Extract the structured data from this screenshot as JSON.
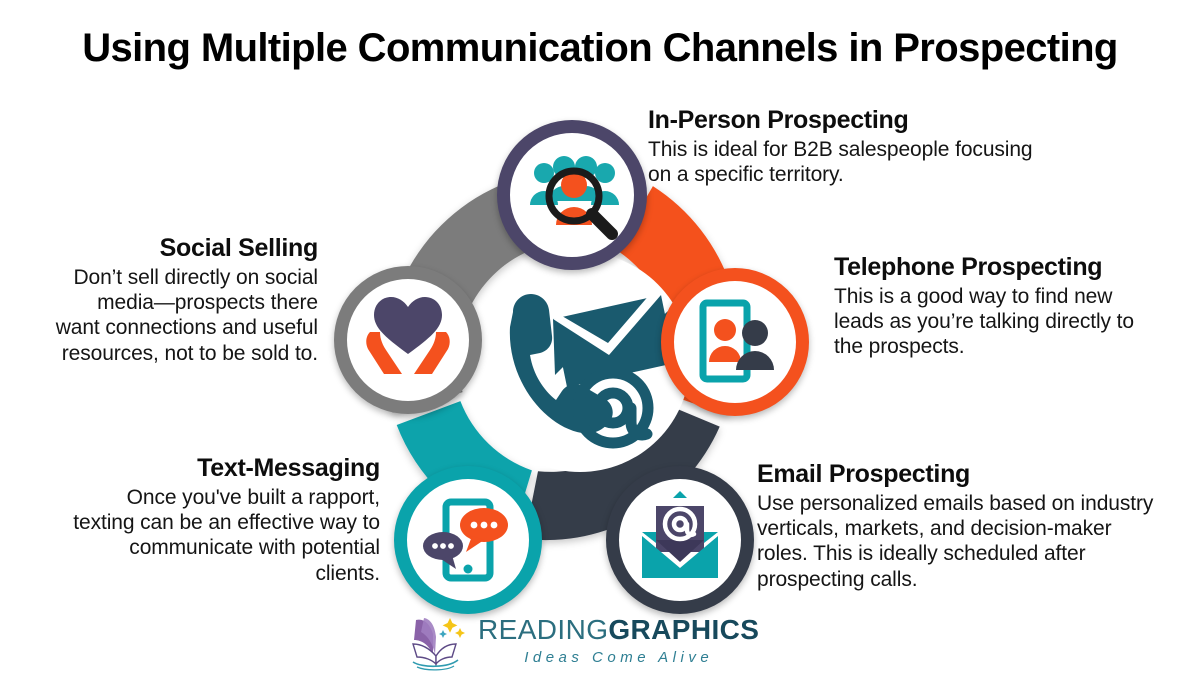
{
  "page": {
    "title": "Using Multiple Communication Channels in Prospecting",
    "background": "#ffffff"
  },
  "colors": {
    "purple": "#4c4669",
    "orange": "#f4511e",
    "dark_navy": "#353c49",
    "teal": "#0aa3ab",
    "gray": "#7c7c7c",
    "deep_teal": "#1a5a6e",
    "text": "#0d0d0d"
  },
  "wheel": {
    "type": "donut",
    "segments": [
      {
        "key": "inperson",
        "label": "In-Person Prospecting",
        "color": "#4c4669",
        "position": "top"
      },
      {
        "key": "phone",
        "label": "Telephone Prospecting",
        "color": "#f4511e",
        "position": "right"
      },
      {
        "key": "email",
        "label": "Email Prospecting",
        "color": "#353c49",
        "position": "bottom-right"
      },
      {
        "key": "text",
        "label": "Text-Messaging",
        "color": "#0aa3ab",
        "position": "bottom-left"
      },
      {
        "key": "social",
        "label": "Social Selling",
        "color": "#7c7c7c",
        "position": "left"
      }
    ],
    "center_icons": [
      "phone-handset-icon",
      "envelope-icon",
      "at-sign-icon"
    ]
  },
  "channels": {
    "inperson": {
      "heading": "In-Person Prospecting",
      "body": "This is ideal for B2B salespeople focusing on a specific territory.",
      "icon": "people-magnifier-icon"
    },
    "phone": {
      "heading": "Telephone Prospecting",
      "body": "This is a good way to find new leads as you’re talking directly to the prospects.",
      "icon": "smartphone-two-people-icon"
    },
    "email": {
      "heading": "Email Prospecting",
      "body": "Use personalized emails based on industry verticals, markets, and decision-maker roles. This is ideally scheduled after prospecting calls.",
      "icon": "envelope-at-sign-icon"
    },
    "text": {
      "heading": "Text-Messaging",
      "body": "Once you've built a rapport, texting can be an effective way to communicate with potential clients.",
      "icon": "smartphone-chat-bubbles-icon"
    },
    "social": {
      "heading": "Social Selling",
      "body": "Don’t sell directly on social media—prospects there want connections and useful resources, not to be sold to.",
      "icon": "hands-holding-heart-icon"
    }
  },
  "logo": {
    "word_part1": "READING",
    "word_part2": "GRAPHICS",
    "tagline": "Ideas Come Alive",
    "mark": "open-book-stars-icon"
  }
}
